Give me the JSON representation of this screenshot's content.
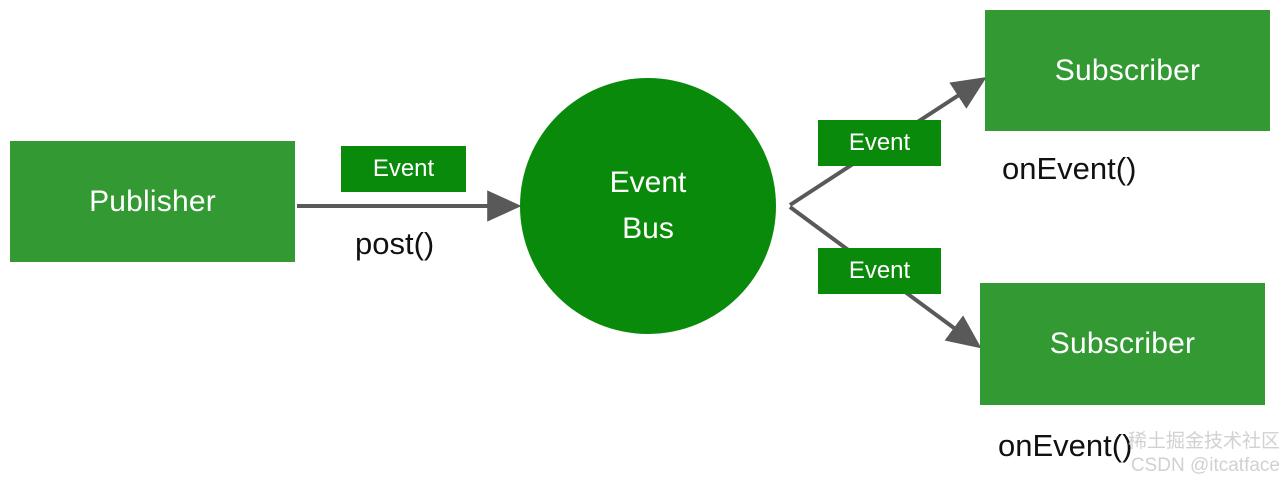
{
  "diagram": {
    "title": "EventBus publish-subscribe flow",
    "colors": {
      "box_green": "#339933",
      "accent_green": "#0a8a0a",
      "arrow_gray": "#595959",
      "label_text": "#111111",
      "node_text": "#ffffff",
      "background": "#ffffff"
    },
    "nodes": {
      "publisher": {
        "label": "Publisher"
      },
      "event_bus": {
        "line1": "Event",
        "line2": "Bus"
      },
      "subscriber_top": {
        "label": "Subscriber"
      },
      "subscriber_bottom": {
        "label": "Subscriber"
      }
    },
    "chips": {
      "publish": "Event",
      "deliver_top": "Event",
      "deliver_bottom": "Event"
    },
    "edge_labels": {
      "post": "post()",
      "on_event_top": "onEvent()",
      "on_event_bottom": "onEvent()"
    }
  },
  "watermark": {
    "line1": "稀土掘金技术社区",
    "line2": "CSDN @itcatface"
  }
}
